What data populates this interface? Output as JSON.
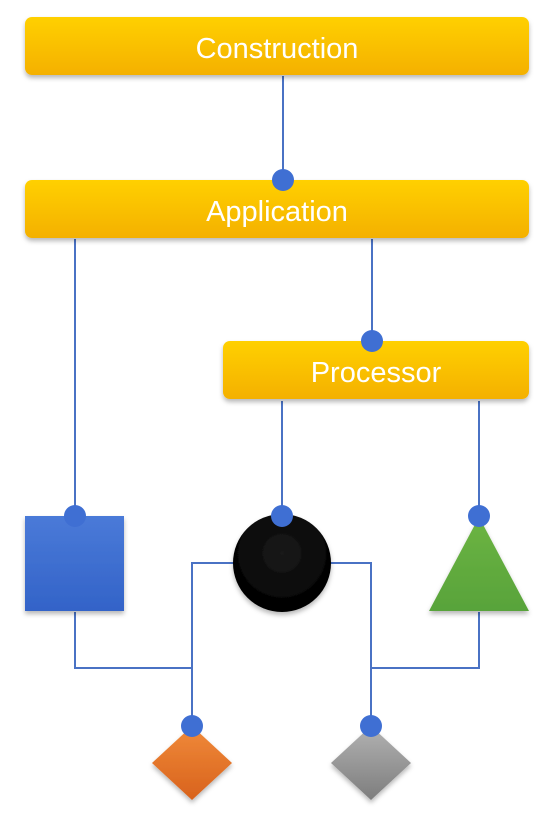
{
  "nodes": {
    "construction": {
      "label": "Construction"
    },
    "application": {
      "label": "Application"
    },
    "processor": {
      "label": "Processor"
    },
    "blue_square": {
      "shape": "square",
      "color": "#3f6fd3"
    },
    "black_circle": {
      "shape": "circle",
      "color": "#000000"
    },
    "green_triangle": {
      "shape": "triangle",
      "color": "#5ea83f"
    },
    "orange_diamond": {
      "shape": "diamond",
      "color": "#e8732a"
    },
    "gray_diamond": {
      "shape": "diamond",
      "color": "#9a9a9a"
    }
  },
  "edges": [
    [
      "construction",
      "application"
    ],
    [
      "application",
      "blue_square"
    ],
    [
      "application",
      "processor"
    ],
    [
      "processor",
      "black_circle"
    ],
    [
      "processor",
      "green_triangle"
    ],
    [
      "blue_square",
      "orange_diamond"
    ],
    [
      "black_circle",
      "orange_diamond"
    ],
    [
      "black_circle",
      "gray_diamond"
    ],
    [
      "green_triangle",
      "gray_diamond"
    ]
  ],
  "colors": {
    "box_fill_top": "#ffcf00",
    "box_fill_bottom": "#f4b400",
    "connector_line": "#4a72c4",
    "connector_dot": "#3f6fd3",
    "label_text": "#ffffff"
  }
}
